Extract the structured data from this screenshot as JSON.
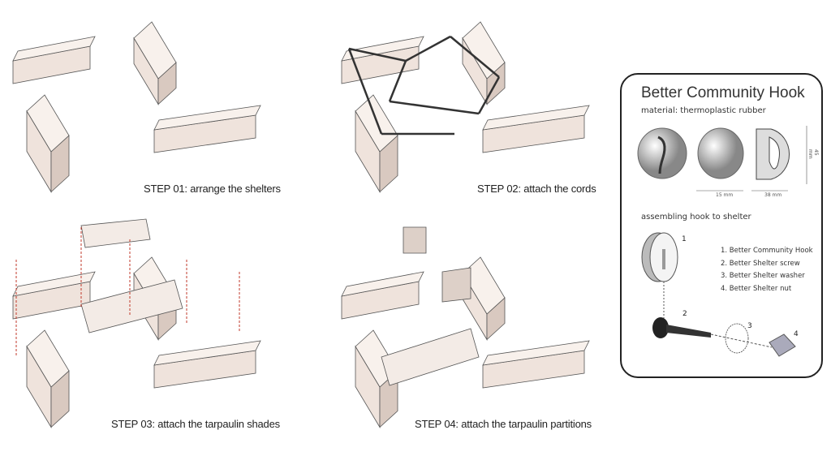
{
  "steps": [
    {
      "label": "STEP 01: arrange the shelters"
    },
    {
      "label": "STEP 02: attach the cords"
    },
    {
      "label": "STEP 03: attach the tarpaulin shades"
    },
    {
      "label": "STEP 04: attach the tarpaulin partitions"
    }
  ],
  "panel": {
    "title": "Better Community Hook",
    "material": "material: thermoplastic rubber",
    "dimensions": [
      "15 mm",
      "38 mm",
      "45 mm"
    ],
    "assembly_title": "assembling hook to shelter",
    "callouts": [
      "1",
      "2",
      "3",
      "4"
    ],
    "parts": [
      "1. Better Community Hook",
      "2. Better Shelter screw",
      "3. Better Shelter washer",
      "4. Better Shelter nut"
    ]
  },
  "colors": {
    "wall": "#efe3dc",
    "roof": "#f8f1ec",
    "side": "#d9c9c0",
    "cord": "#333333",
    "dash": "#c0392b"
  }
}
